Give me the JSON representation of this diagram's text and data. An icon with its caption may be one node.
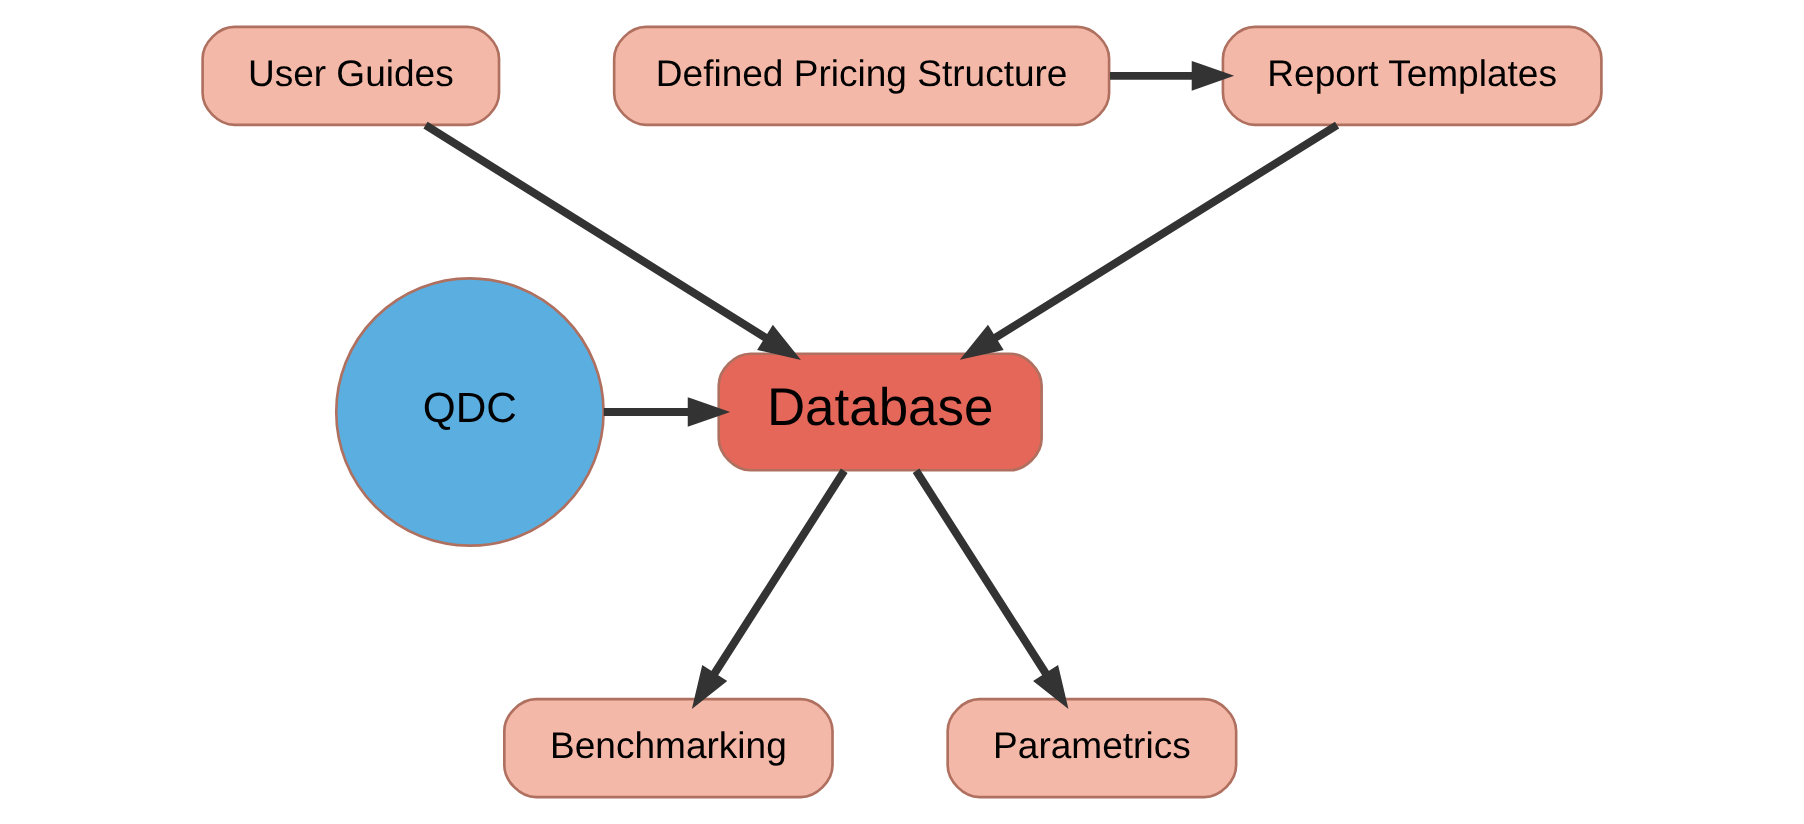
{
  "diagram": {
    "nodes": [
      {
        "text": [
          "User Guides"
        ]
      },
      {
        "text": [
          "Report Templates"
        ]
      },
      {
        "text": [
          "Defined Pricing Structure"
        ]
      },
      {
        "text": [
          "QDC"
        ]
      },
      {
        "text": [
          "Database"
        ]
      },
      {
        "text": [
          "Benchmarking"
        ]
      },
      {
        "text": [
          "Parametrics"
        ]
      }
    ],
    "edges": [
      {
        "from": 0,
        "to": 4,
        "arrow": "to"
      },
      {
        "from": 1,
        "to": 4,
        "arrow": "to"
      },
      {
        "from": 2,
        "to": 1,
        "arrow": "to"
      },
      {
        "from": 3,
        "to": 4,
        "arrow": "to"
      },
      {
        "from": 4,
        "to": 5,
        "arrow": "to"
      },
      {
        "from": 4,
        "to": 6,
        "arrow": "to"
      }
    ]
  }
}
